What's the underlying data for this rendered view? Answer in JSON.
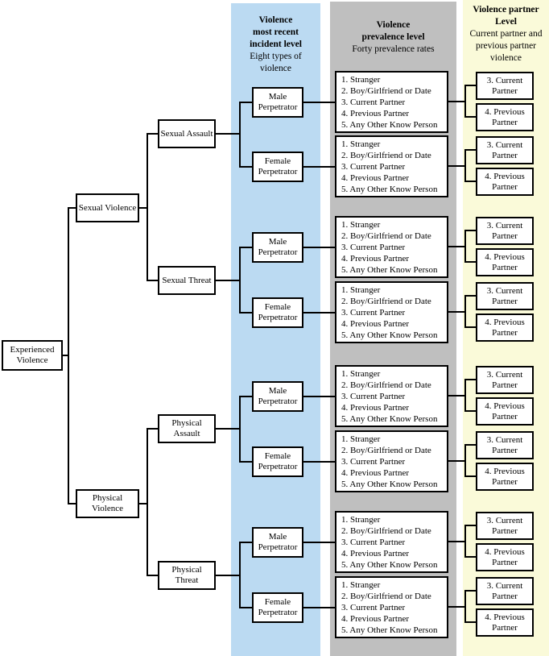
{
  "columns": [
    {
      "id": "incident-level",
      "title": "Violence\nmost recent\nincident level",
      "subtitle": "Eight types of\nviolence",
      "bg": "#BBDAF2"
    },
    {
      "id": "prevalence-level",
      "title": "Violence\nprevalence level",
      "subtitle": "Forty prevalence rates",
      "bg": "#BFBFBF"
    },
    {
      "id": "partner-level",
      "title": "Violence partner\nLevel",
      "subtitle": "Current partner and\nprevious partner\nviolence",
      "bg": "#FAFAD9"
    }
  ],
  "nodes": {
    "root": "Experienced Violence",
    "sexual_violence": "Sexual Violence",
    "physical_violence": "Physical Violence",
    "sexual_assault": "Sexual Assault",
    "sexual_threat": "Sexual Threat",
    "physical_assault": "Physical Assault",
    "physical_threat": "Physical Threat",
    "male_perpetrator": "Male Perpetrator",
    "female_perpetrator": "Female Perpetrator",
    "prevalence_list": [
      "1. Stranger",
      "2. Boy/Girlfriend or Date",
      "3. Current Partner",
      "4. Previous Partner",
      "5. Any Other Know Person"
    ],
    "current_partner": "3. Current Partner",
    "previous_partner": "4. Previous Partner"
  },
  "colors": {
    "incident_column_bg": "#BBDAF2",
    "prevalence_column_bg": "#BFBFBF",
    "partner_column_bg": "#FAFAD9",
    "box_bg": "#FFFFFF",
    "border": "#000000"
  }
}
